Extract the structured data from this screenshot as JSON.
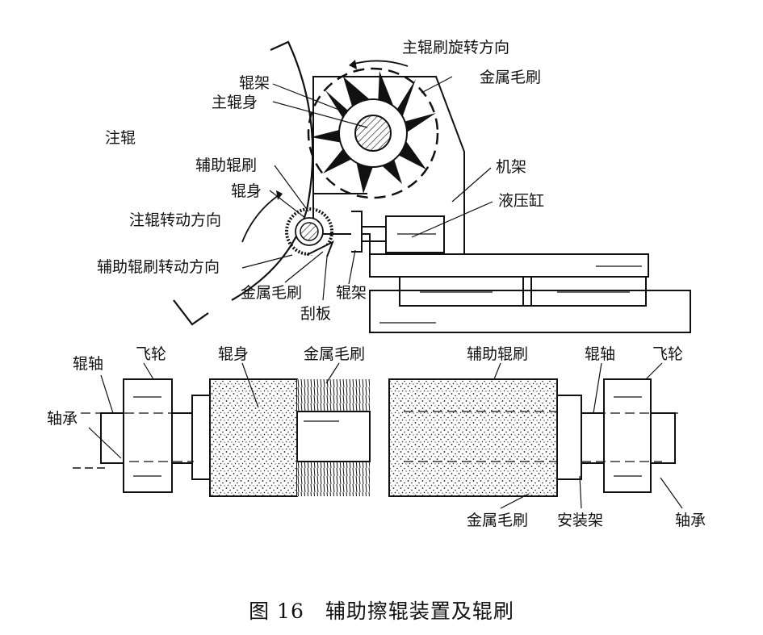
{
  "top_labels": {
    "main_roller_rotation_direction": "主辊刷旋转方向",
    "roller_frame_top": "辊架",
    "main_roller_body": "主辊身",
    "metal_brush_top": "金属毛刷",
    "injection_roller": "注辊",
    "auxiliary_roller_brush": "辅助辊刷",
    "roller_body": "辊身",
    "machine_frame": "机架",
    "hydraulic_cylinder": "液压缸",
    "injection_roller_rotation_direction": "注辊转动方向",
    "aux_roller_brush_rotation_direction": "辅助辊刷转动方向",
    "metal_brush_mid": "金属毛刷",
    "roller_frame_mid": "辊架",
    "scraper": "刮板"
  },
  "bottom_labels": {
    "roller_shaft_left": "辊轴",
    "flywheel_left": "飞轮",
    "bearing_left": "轴承",
    "roller_body": "辊身",
    "metal_brush_upper": "金属毛刷",
    "auxiliary_roller_brush": "辅助辊刷",
    "roller_shaft_right": "辊轴",
    "flywheel_right": "飞轮",
    "metal_brush_lower": "金属毛刷",
    "mounting_bracket": "安装架",
    "bearing_right": "轴承"
  },
  "caption": "图 16　辅助擦辊装置及辊刷"
}
